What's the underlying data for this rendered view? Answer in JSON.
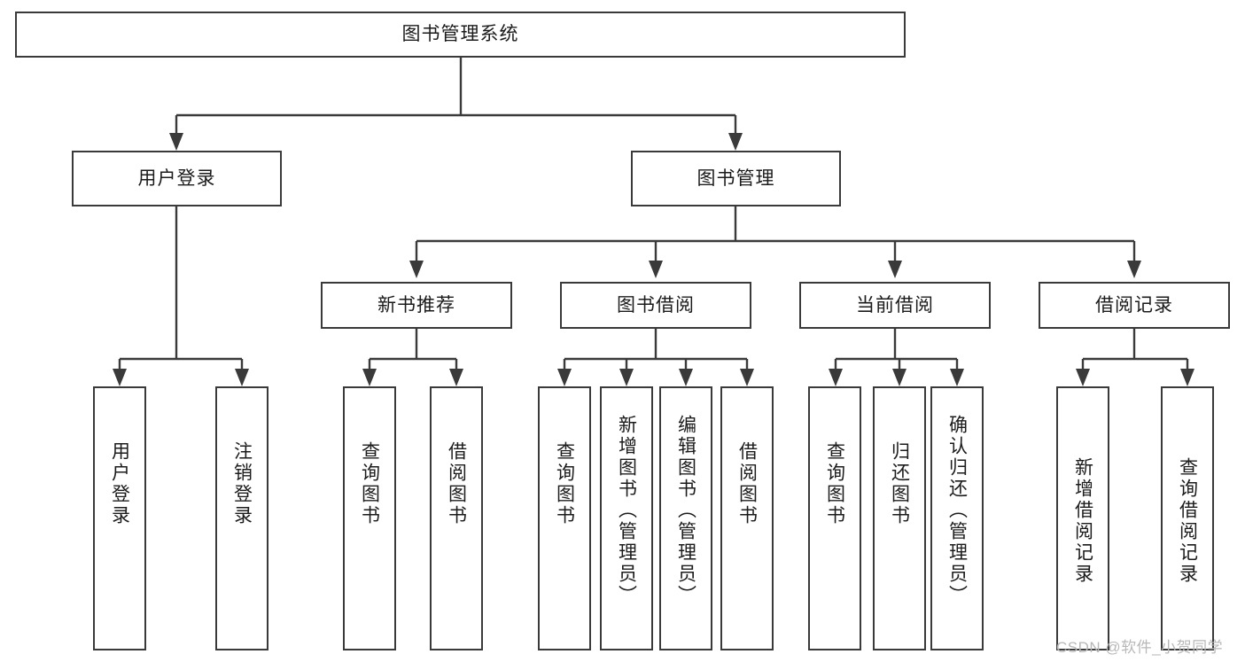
{
  "diagram": {
    "title": "图书管理系统",
    "background": "#ffffff",
    "line_color": "#3a3a3a",
    "text_color": "#1b1b1b",
    "root": {
      "label": "图书管理系统"
    },
    "level2": [
      {
        "label": "用户登录"
      },
      {
        "label": "图书管理"
      }
    ],
    "level3": [
      {
        "label": "新书推荐"
      },
      {
        "label": "图书借阅"
      },
      {
        "label": "当前借阅"
      },
      {
        "label": "借阅记录"
      }
    ],
    "leaves": {
      "user_login": [
        {
          "label": "用户登录"
        },
        {
          "label": "注销登录"
        }
      ],
      "new_book_recommend": [
        {
          "label": "查询图书"
        },
        {
          "label": "借阅图书"
        }
      ],
      "book_borrow": [
        {
          "label": "查询图书"
        },
        {
          "label": "新增图书（管理员）"
        },
        {
          "label": "编辑图书（管理员）"
        },
        {
          "label": "借阅图书"
        }
      ],
      "current_borrow": [
        {
          "label": "查询图书"
        },
        {
          "label": "归还图书"
        },
        {
          "label": "确认归还（管理员）"
        }
      ],
      "borrow_record": [
        {
          "label": "新增借阅记录"
        },
        {
          "label": "查询借阅记录"
        }
      ]
    }
  },
  "watermark": {
    "text": "CSDN @软件_小贺同学"
  }
}
